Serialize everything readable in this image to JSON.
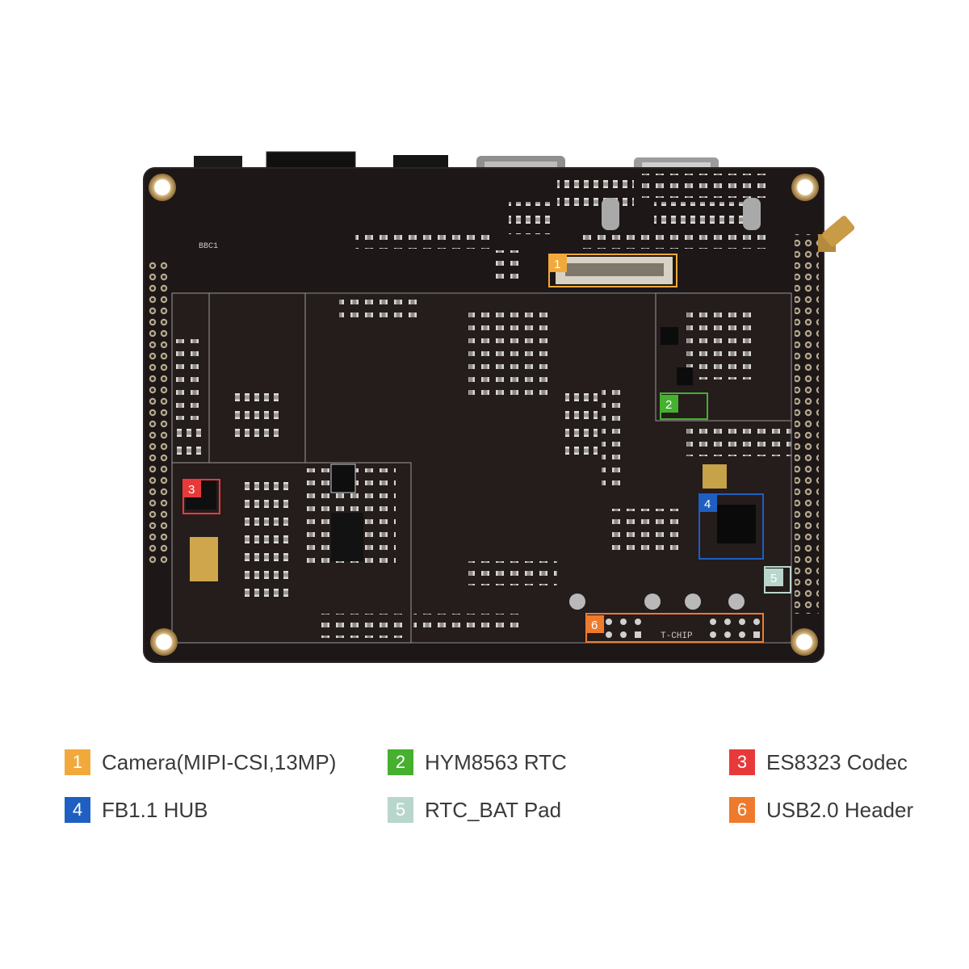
{
  "board": {
    "silkscreen": {
      "part_label": "BBC1",
      "header_label": "T-CHIP"
    }
  },
  "callouts": [
    {
      "number": "1",
      "label": "Camera(MIPI-CSI,13MP)",
      "color": "#f2a93b"
    },
    {
      "number": "2",
      "label": "HYM8563 RTC",
      "color": "#46b02f"
    },
    {
      "number": "3",
      "label": "ES8323 Codec",
      "color": "#e8393a"
    },
    {
      "number": "4",
      "label": "FB1.1 HUB",
      "color": "#1f5fc1"
    },
    {
      "number": "5",
      "label": "RTC_BAT Pad",
      "color": "#b9d6cc"
    },
    {
      "number": "6",
      "label": "USB2.0 Header",
      "color": "#ee7b2d"
    }
  ]
}
